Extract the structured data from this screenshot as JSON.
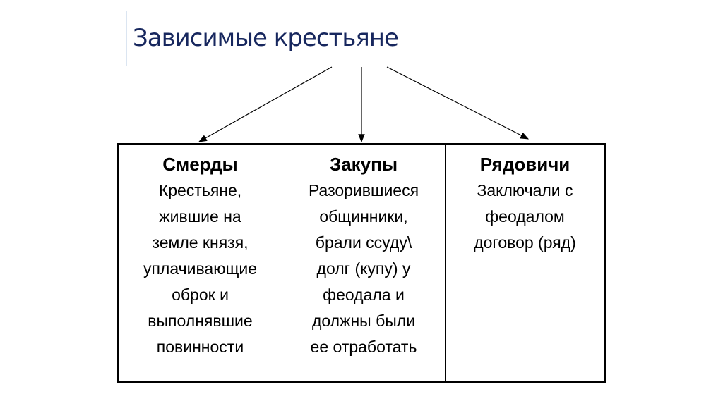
{
  "title": "Зависимые крестьяне",
  "colors": {
    "title": "#17275e",
    "title_border": "#dbe5f1",
    "lines": "#000000"
  },
  "columns": [
    {
      "heading": "Смерды",
      "text": "Крестьяне,\nжившие на\nземле князя,\nуплачивающие\nоброк и\nвыполнявшие\nповинности"
    },
    {
      "heading": "Закупы",
      "text": "Разорившиеся\nобщинники,\nбрали ссуду\\\nдолг (купу) у\nфеодала и\nдолжны были\nее отработать"
    },
    {
      "heading": "Рядовичи",
      "text": "Заключали с\nфеодалом\nдоговор (ряд)"
    }
  ]
}
